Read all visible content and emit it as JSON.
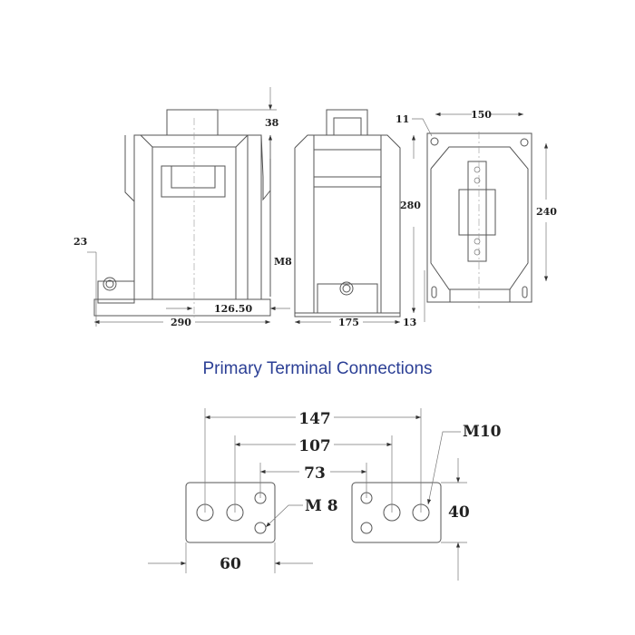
{
  "top_views": {
    "front": {
      "dim_height_top": "38",
      "dim_left": "23",
      "dim_width": "290",
      "dim_center": "126.50",
      "thread": "M8"
    },
    "side": {
      "dim_height": "280",
      "dim_width": "175",
      "dim_base": "13"
    },
    "bottom": {
      "dim_hole": "11",
      "dim_width": "150",
      "dim_height": "240"
    }
  },
  "section_title": "Primary Terminal Connections",
  "terminals": {
    "dim_outer": "147",
    "dim_middle": "107",
    "dim_inner": "73",
    "thread_large": "M10",
    "thread_small": "M 8",
    "plate_height": "40",
    "plate_width": "60"
  },
  "colors": {
    "title": "#2b3f95",
    "line": "#555555"
  }
}
